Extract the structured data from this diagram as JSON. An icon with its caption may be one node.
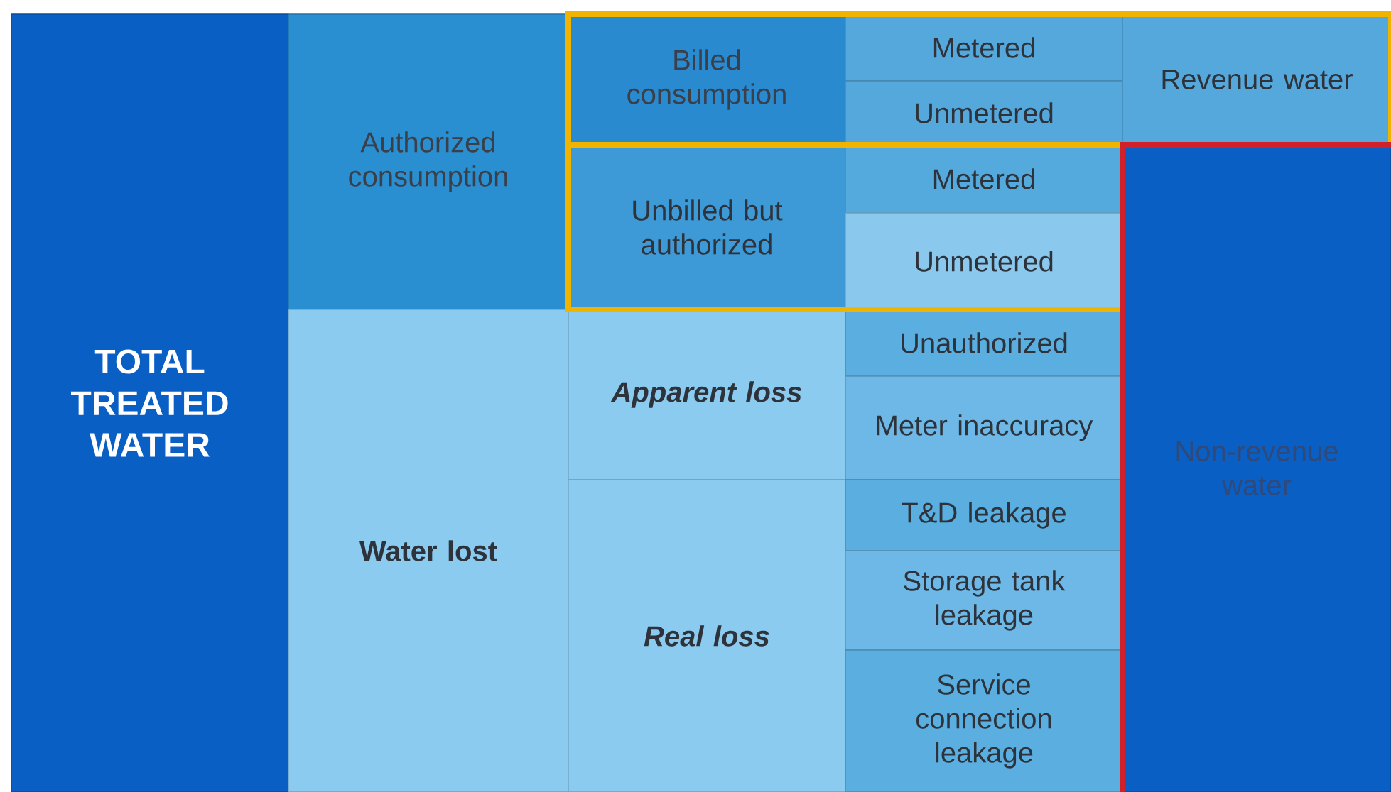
{
  "diagram": {
    "nodes": [
      {
        "text": [
          "TOTAL TREATED WATER"
        ]
      },
      {
        "text": [
          "Authorized consumption"
        ]
      },
      {
        "text": [
          "Billed consumption"
        ]
      },
      {
        "text": [
          "Metered"
        ]
      },
      {
        "text": [
          "Unmetered"
        ]
      },
      {
        "text": [
          "Revenue water"
        ]
      },
      {
        "text": [
          "Unbilled but authorized"
        ]
      },
      {
        "text": [
          "Metered"
        ]
      },
      {
        "text": [
          "Unmetered"
        ]
      },
      {
        "text": [
          "Water lost"
        ]
      },
      {
        "text": [
          "Apparent loss"
        ]
      },
      {
        "text": [
          "Unauthorized"
        ]
      },
      {
        "text": [
          "Meter inaccuracy"
        ]
      },
      {
        "text": [
          "Real loss"
        ]
      },
      {
        "text": [
          "T&D leakage"
        ]
      },
      {
        "text": [
          "Storage tank leakage"
        ]
      },
      {
        "text": [
          "Service connection leakage"
        ]
      },
      {
        "text": [
          "Non-revenue water"
        ]
      }
    ]
  }
}
